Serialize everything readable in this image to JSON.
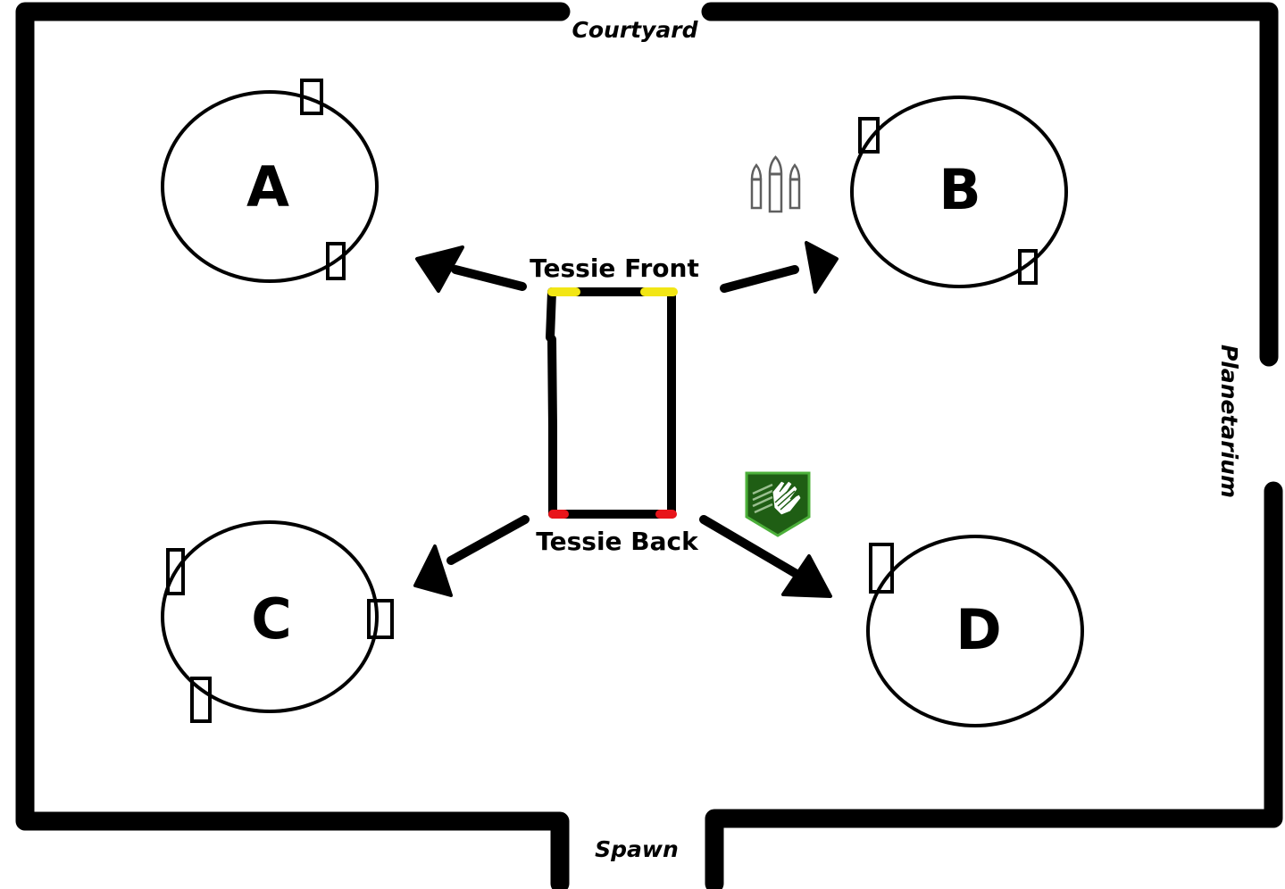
{
  "diagram": {
    "type": "room-layout-map",
    "exits": {
      "top": "Courtyard",
      "right": "Planetarium",
      "bottom": "Spawn"
    },
    "rooms": [
      {
        "id": "A",
        "label": "A",
        "position": "top-left",
        "markers": 2
      },
      {
        "id": "B",
        "label": "B",
        "position": "top-right",
        "markers": 2
      },
      {
        "id": "C",
        "label": "C",
        "position": "bottom-left",
        "markers": 3
      },
      {
        "id": "D",
        "label": "D",
        "position": "bottom-right",
        "markers": 1
      }
    ],
    "tessie": {
      "front_label": "Tessie Front",
      "back_label": "Tessie Back",
      "front_marker_color": "#f2e615",
      "back_marker_color": "#e8141a"
    },
    "arrows": [
      {
        "from": "tessie-front",
        "to": "A"
      },
      {
        "from": "tessie-front",
        "to": "B"
      },
      {
        "from": "tessie-back",
        "to": "C"
      },
      {
        "from": "tessie-back",
        "to": "D"
      }
    ],
    "icons": [
      {
        "name": "ammo-bullets-icon",
        "near": "B"
      },
      {
        "name": "speed-cola-perk-icon",
        "near": "D",
        "color": "#2e7d1e"
      }
    ]
  }
}
